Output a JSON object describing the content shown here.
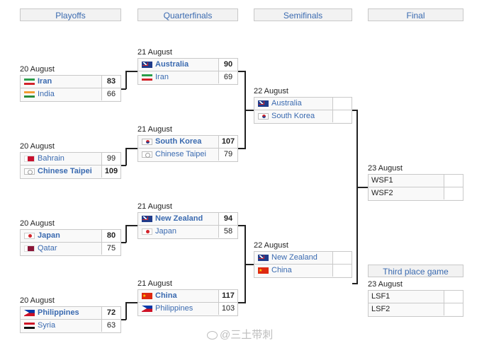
{
  "headers": {
    "playoffs": "Playoffs",
    "quarterfinals": "Quarterfinals",
    "semifinals": "Semifinals",
    "final": "Final",
    "third_place": "Third place game"
  },
  "playoffs": [
    {
      "date": "20 August",
      "teams": [
        {
          "name": "Iran",
          "score": "83",
          "flag": "iran-flag-icon",
          "winner": true
        },
        {
          "name": "India",
          "score": "66",
          "flag": "india-flag-icon",
          "winner": false
        }
      ]
    },
    {
      "date": "20 August",
      "teams": [
        {
          "name": "Bahrain",
          "score": "99",
          "flag": "bahrain-flag-icon",
          "winner": false
        },
        {
          "name": "Chinese Taipei",
          "score": "109",
          "flag": "chinese-taipei-flag-icon",
          "winner": true
        }
      ]
    },
    {
      "date": "20 August",
      "teams": [
        {
          "name": "Japan",
          "score": "80",
          "flag": "japan-flag-icon",
          "winner": true
        },
        {
          "name": "Qatar",
          "score": "75",
          "flag": "qatar-flag-icon",
          "winner": false
        }
      ]
    },
    {
      "date": "20 August",
      "teams": [
        {
          "name": "Philippines",
          "score": "72",
          "flag": "philippines-flag-icon",
          "winner": true
        },
        {
          "name": "Syria",
          "score": "63",
          "flag": "syria-flag-icon",
          "winner": false
        }
      ]
    }
  ],
  "quarterfinals": [
    {
      "date": "21 August",
      "teams": [
        {
          "name": "Australia",
          "score": "90",
          "flag": "australia-flag-icon",
          "winner": true
        },
        {
          "name": "Iran",
          "score": "69",
          "flag": "iran-flag-icon",
          "winner": false
        }
      ]
    },
    {
      "date": "21 August",
      "teams": [
        {
          "name": "South Korea",
          "score": "107",
          "flag": "south-korea-flag-icon",
          "winner": true
        },
        {
          "name": "Chinese Taipei",
          "score": "79",
          "flag": "chinese-taipei-flag-icon",
          "winner": false
        }
      ]
    },
    {
      "date": "21 August",
      "teams": [
        {
          "name": "New Zealand",
          "score": "94",
          "flag": "new-zealand-flag-icon",
          "winner": true
        },
        {
          "name": "Japan",
          "score": "58",
          "flag": "japan-flag-icon",
          "winner": false
        }
      ]
    },
    {
      "date": "21 August",
      "teams": [
        {
          "name": "China",
          "score": "117",
          "flag": "china-flag-icon",
          "winner": true
        },
        {
          "name": "Philippines",
          "score": "103",
          "flag": "philippines-flag-icon",
          "winner": false
        }
      ]
    }
  ],
  "semifinals": [
    {
      "date": "22 August",
      "teams": [
        {
          "name": "Australia",
          "score": "",
          "flag": "australia-flag-icon"
        },
        {
          "name": "South Korea",
          "score": "",
          "flag": "south-korea-flag-icon"
        }
      ]
    },
    {
      "date": "22 August",
      "teams": [
        {
          "name": "New Zealand",
          "score": "",
          "flag": "new-zealand-flag-icon"
        },
        {
          "name": "China",
          "score": "",
          "flag": "china-flag-icon"
        }
      ]
    }
  ],
  "final": {
    "date": "23 August",
    "teams": [
      {
        "name": "WSF1",
        "score": ""
      },
      {
        "name": "WSF2",
        "score": ""
      }
    ]
  },
  "third_place": {
    "date": "23 August",
    "teams": [
      {
        "name": "LSF1",
        "score": ""
      },
      {
        "name": "LSF2",
        "score": ""
      }
    ]
  },
  "watermark": "@三土带刺"
}
